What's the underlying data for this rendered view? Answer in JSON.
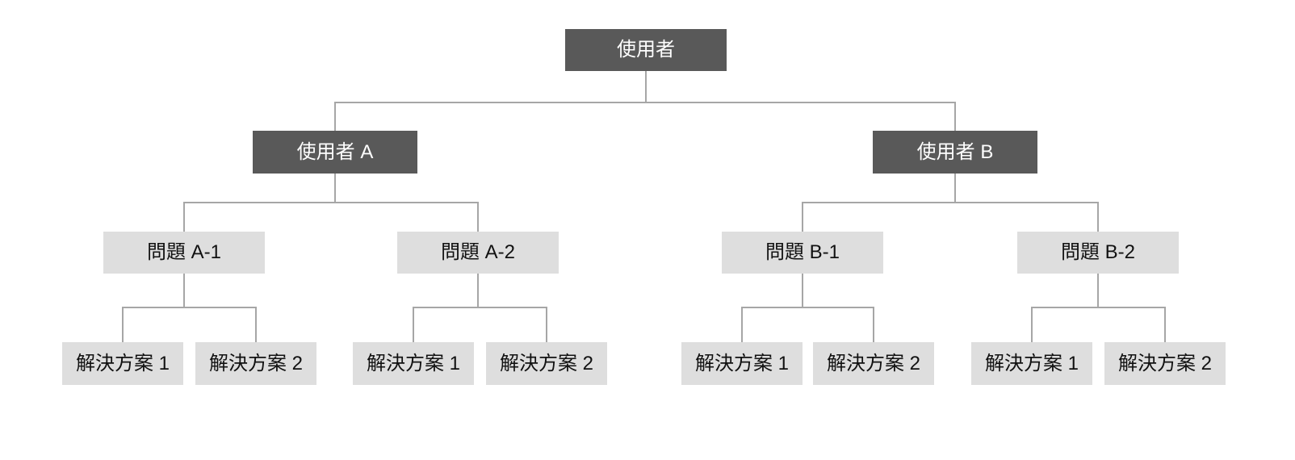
{
  "colors": {
    "node_dark_bg": "#595959",
    "node_dark_text": "#ffffff",
    "node_light_bg": "#dedede",
    "node_light_text": "#111111",
    "connector": "#a6a6a6",
    "background": "#ffffff"
  },
  "tree": {
    "root": {
      "label": "使用者"
    },
    "branches": [
      {
        "label": "使用者 A",
        "problems": [
          {
            "label": "問題 A-1",
            "solutions": [
              {
                "label": "解決方案 1"
              },
              {
                "label": "解決方案 2"
              }
            ]
          },
          {
            "label": "問題 A-2",
            "solutions": [
              {
                "label": "解決方案 1"
              },
              {
                "label": "解決方案 2"
              }
            ]
          }
        ]
      },
      {
        "label": "使用者 B",
        "problems": [
          {
            "label": "問題 B-1",
            "solutions": [
              {
                "label": "解決方案 1"
              },
              {
                "label": "解決方案 2"
              }
            ]
          },
          {
            "label": "問題 B-2",
            "solutions": [
              {
                "label": "解決方案 1"
              },
              {
                "label": "解決方案 2"
              }
            ]
          }
        ]
      }
    ]
  }
}
